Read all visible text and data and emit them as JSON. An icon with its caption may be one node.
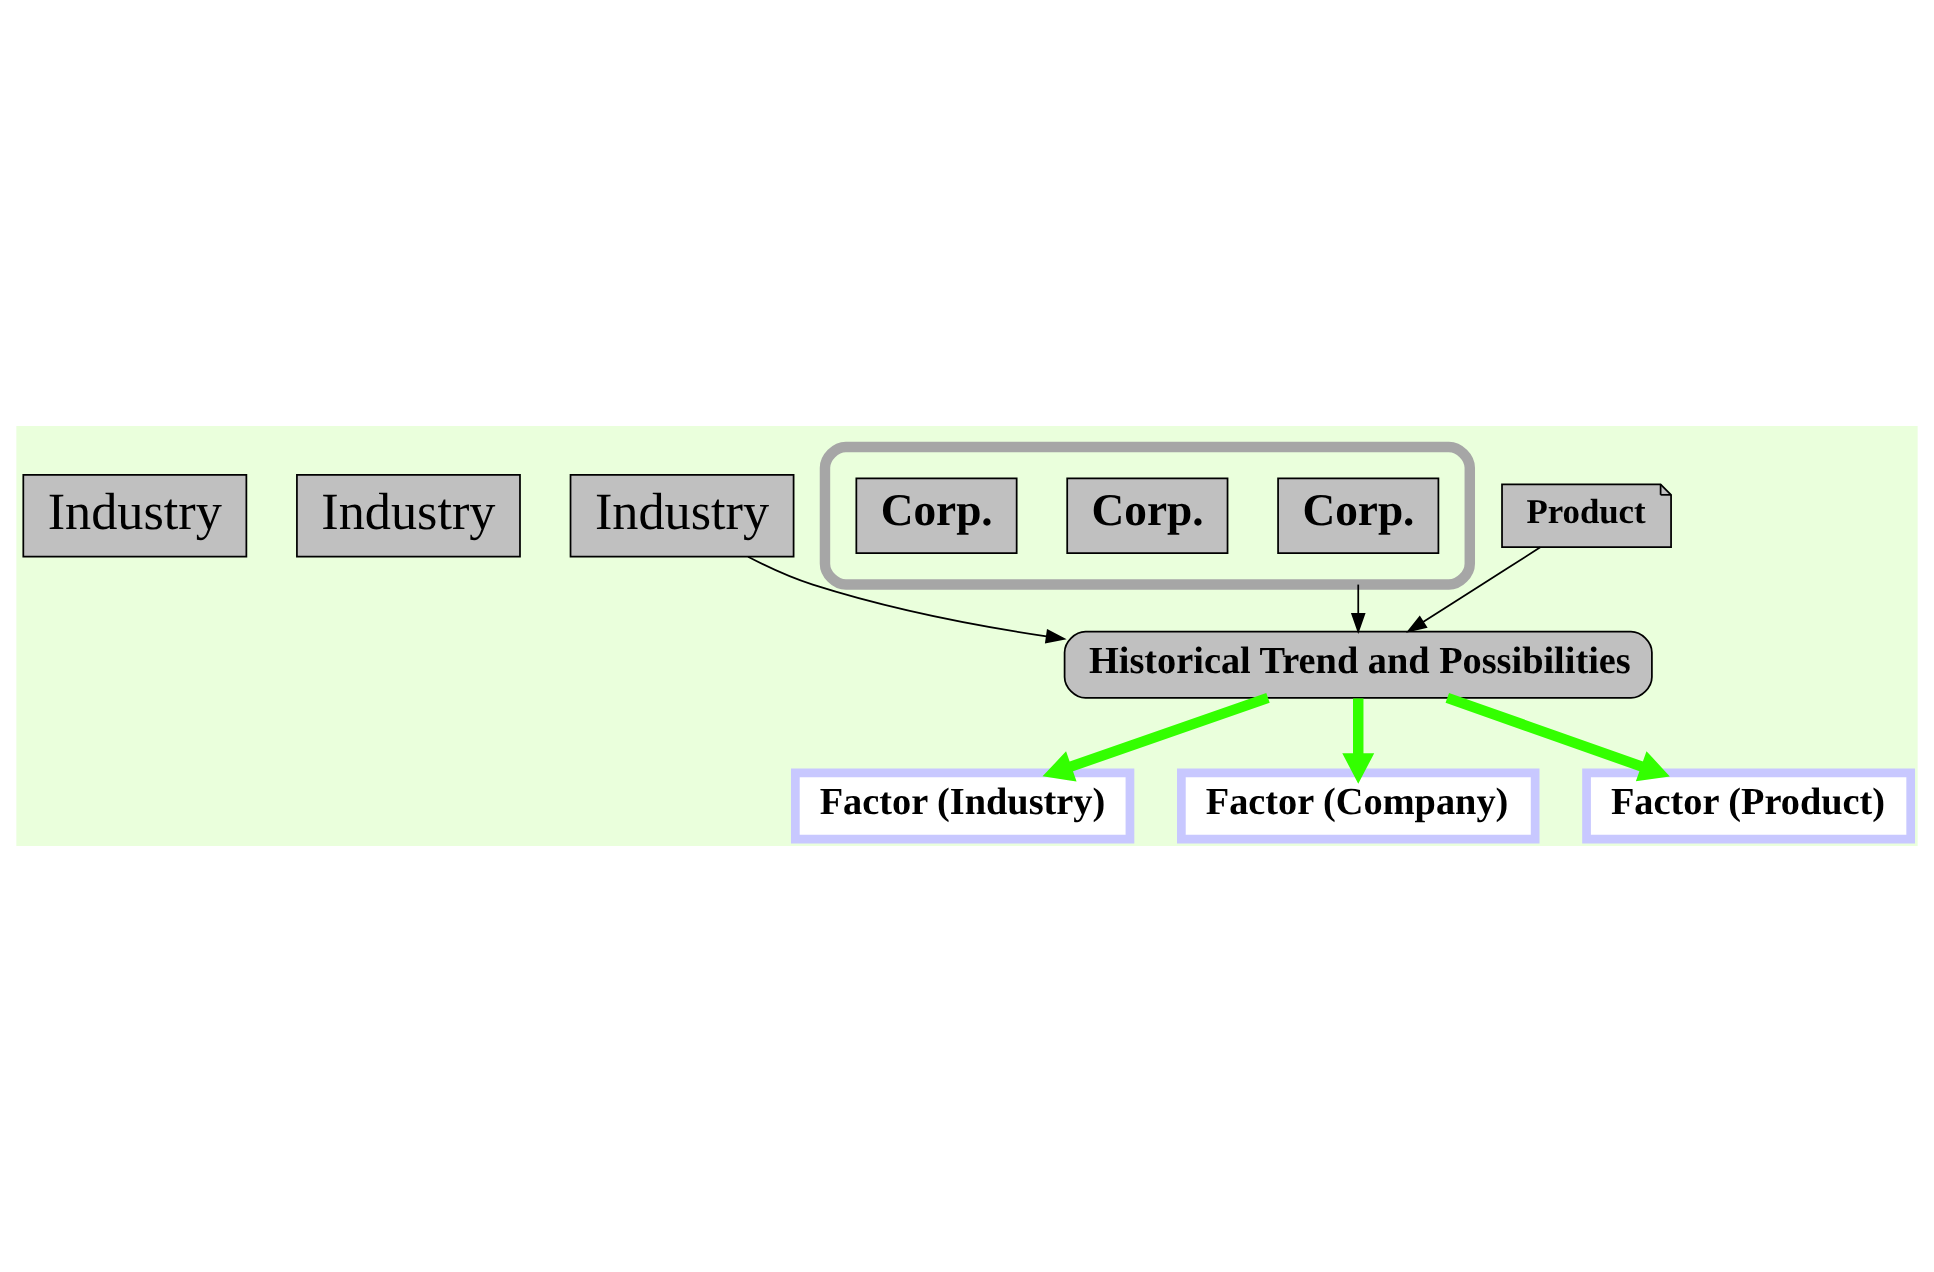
{
  "diagram": {
    "nodes": [
      {
        "text": [
          "Industry"
        ]
      },
      {
        "text": [
          "Industry"
        ]
      },
      {
        "text": [
          "Industry"
        ]
      },
      {
        "text": [],
        "shape": "box"
      },
      {
        "text": [
          "Corp."
        ],
        "in": 3
      },
      {
        "text": [
          "Corp."
        ],
        "in": 3
      },
      {
        "text": [
          "Corp."
        ],
        "in": 3
      },
      {
        "text": [
          "Product"
        ]
      },
      {
        "text": [
          "Historical Trend and Possibilities"
        ]
      },
      {
        "text": [
          "Factor (Industry)"
        ]
      },
      {
        "text": [
          "Factor (Company)"
        ]
      },
      {
        "text": [
          "Factor (Product)"
        ]
      }
    ],
    "edges": [
      {
        "from": 2,
        "to": 8,
        "arrow": "to"
      },
      {
        "from": 3,
        "to": 8,
        "arrow": "to"
      },
      {
        "from": 7,
        "to": 8,
        "arrow": "to"
      },
      {
        "from": 8,
        "to": 9,
        "arrow": "to",
        "style": "thick",
        "color": "#33ff00"
      },
      {
        "from": 8,
        "to": 10,
        "arrow": "to",
        "style": "thick",
        "color": "#33ff00"
      },
      {
        "from": 8,
        "to": 11,
        "arrow": "to",
        "style": "thick",
        "color": "#33ff00"
      }
    ]
  }
}
